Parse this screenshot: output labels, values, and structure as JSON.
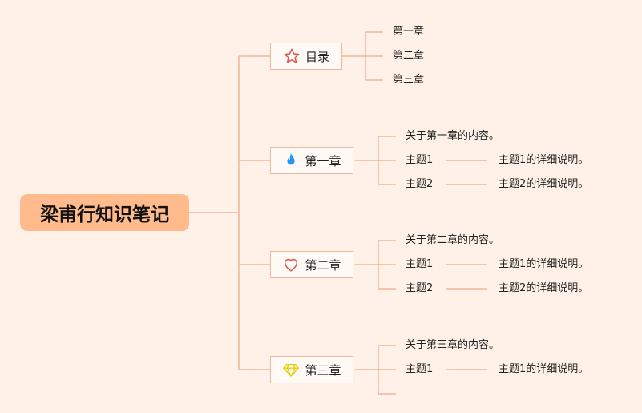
{
  "root": {
    "title": "梁甫行知识笔记"
  },
  "toc": {
    "label": "目录",
    "icon": "star-icon",
    "items": [
      "第一章",
      "第二章",
      "第三章"
    ]
  },
  "chapters": [
    {
      "label": "第一章",
      "icon": "flame-icon",
      "intro": "关于第一章的内容。",
      "topics": [
        {
          "name": "主题1",
          "detail": "主题1的详细说明。"
        },
        {
          "name": "主题2",
          "detail": "主题2的详细说明。"
        }
      ]
    },
    {
      "label": "第二章",
      "icon": "heart-icon",
      "intro": "关于第二章的内容。",
      "topics": [
        {
          "name": "主题1",
          "detail": "主题1的详细说明。"
        },
        {
          "name": "主题2",
          "detail": "主题2的详细说明。"
        }
      ]
    },
    {
      "label": "第三章",
      "icon": "diamond-icon",
      "intro": "关于第三章的内容。",
      "topics": [
        {
          "name": "主题1",
          "detail": "主题1的详细说明。"
        }
      ]
    }
  ],
  "colors": {
    "background": "#fff1e7",
    "root_fill": "#ffbb8c",
    "connector": "#f2a889",
    "box_border": "#f4b79d"
  }
}
